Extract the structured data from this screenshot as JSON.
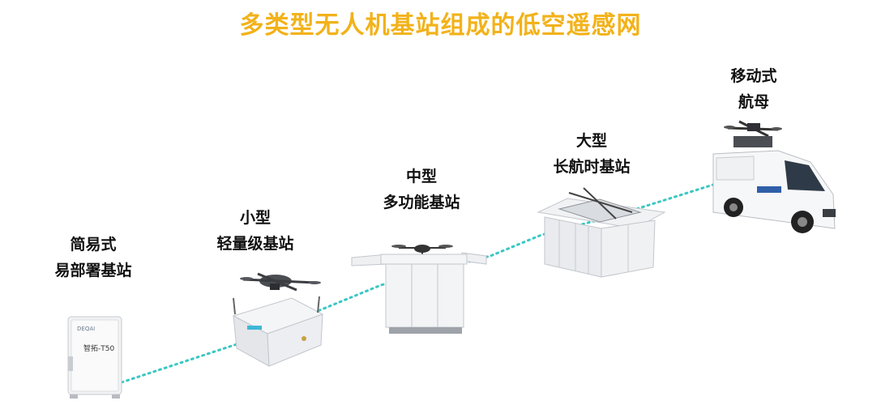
{
  "title": "多类型无人机基站组成的低空遥感网",
  "accent_color": "#f2b21a",
  "link_color": "#39c7c4",
  "stations": [
    {
      "line1": "简易式",
      "line2": "易部署基站",
      "device_label": "智拓-T50",
      "device_brand": "DEQAI"
    },
    {
      "line1": "小型",
      "line2": "轻量级基站"
    },
    {
      "line1": "中型",
      "line2": "多功能基站"
    },
    {
      "line1": "大型",
      "line2": "长航时基站"
    },
    {
      "line1": "移动式",
      "line2": "航母"
    }
  ]
}
